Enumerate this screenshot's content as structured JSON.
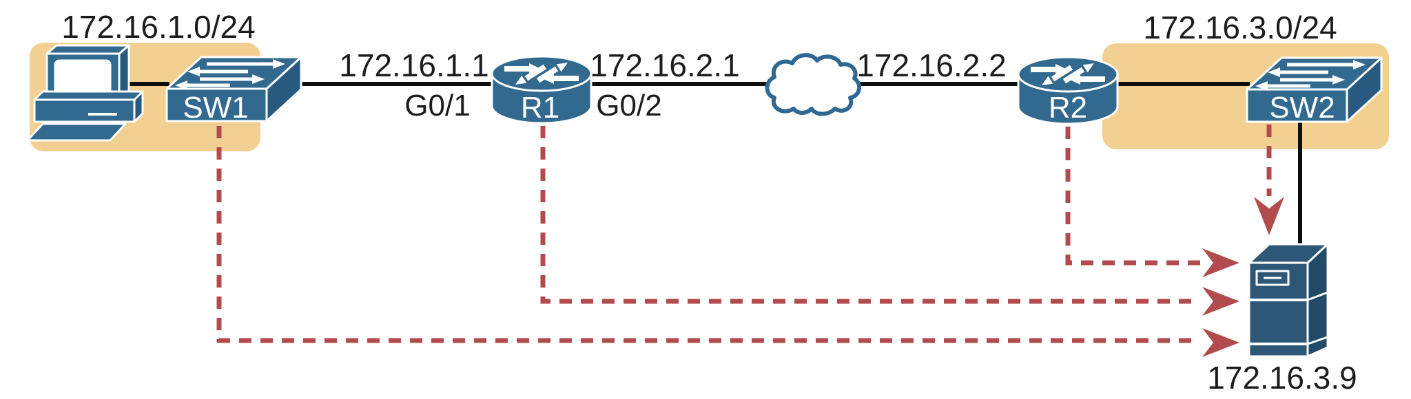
{
  "figure": {
    "kind": "network-topology-diagram"
  },
  "colors": {
    "device_blue": "#32698f",
    "device_blue_dark": "#275a7e",
    "server_blue": "#2d5777",
    "server_blue_dark": "#234a66",
    "highlight_tan": "#f1d092",
    "arrow_red": "#b24b4e",
    "link_black": "#0d0d0d",
    "cloud_outline": "#2f6892",
    "label_text": "#1c1c1c",
    "device_label_text": "#ffffff"
  },
  "subnets": {
    "left": "172.16.1.0/24",
    "right": "172.16.3.0/24"
  },
  "interfaces": {
    "r1_lan_ip": "172.16.1.1",
    "r1_lan_port": "G0/1",
    "r1_wan_ip": "172.16.2.1",
    "r1_wan_port": "G0/2",
    "r2_wan_ip": "172.16.2.2"
  },
  "devices": {
    "pc": {
      "icon": "desktop-pc-icon",
      "label": ""
    },
    "sw1": {
      "icon": "switch-icon",
      "label": "SW1"
    },
    "r1": {
      "icon": "router-icon",
      "label": "R1"
    },
    "wan": {
      "icon": "cloud-icon",
      "label": ""
    },
    "r2": {
      "icon": "router-icon",
      "label": "R2"
    },
    "sw2": {
      "icon": "switch-icon",
      "label": "SW2"
    },
    "server": {
      "icon": "server-icon",
      "label": "172.16.3.9"
    }
  },
  "flows": {
    "sources": [
      "SW1",
      "R1",
      "R2",
      "SW2"
    ],
    "destination": "172.16.3.9",
    "style": "red-dashed-arrows"
  }
}
